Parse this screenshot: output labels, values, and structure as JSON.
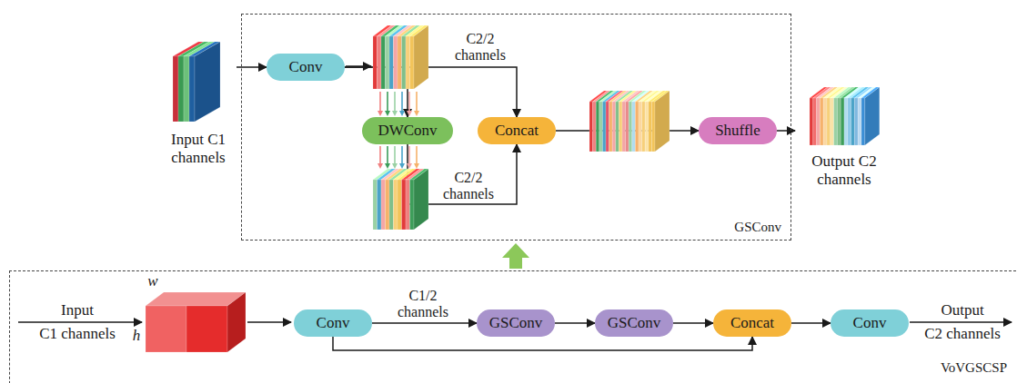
{
  "diagram": {
    "nodes": [
      {
        "text": [
          "Input C1 channels"
        ]
      },
      {
        "text": [
          "GSConv"
        ]
      },
      {
        "text": [
          "Conv"
        ],
        "in": 1
      },
      {
        "text": [
          "DWConv"
        ],
        "in": 1
      },
      {
        "text": [
          "Concat"
        ],
        "in": 1
      },
      {
        "text": [
          "Shuffle"
        ],
        "in": 1
      },
      {
        "text": [
          "Output C2 channels"
        ]
      },
      {
        "text": [
          "VoVGSCSP"
        ]
      },
      {
        "text": [
          "Conv"
        ],
        "in": 7
      },
      {
        "text": [
          "GSConv"
        ],
        "in": 7
      },
      {
        "text": [
          "GSConv"
        ],
        "in": 7
      },
      {
        "text": [
          "Concat"
        ],
        "in": 7
      },
      {
        "text": [
          "Conv"
        ],
        "in": 7
      }
    ],
    "edges": [
      {
        "from": 0,
        "to": 2,
        "arrow": "to"
      },
      {
        "from": 2,
        "to": 4,
        "label": "C2/2 channels",
        "arrow": "to"
      },
      {
        "from": 2,
        "to": 3,
        "arrow": "to"
      },
      {
        "from": 3,
        "to": 4,
        "label": "C2/2 channels",
        "arrow": "to"
      },
      {
        "from": 4,
        "to": 5,
        "arrow": "to"
      },
      {
        "from": 5,
        "to": 6,
        "arrow": "to"
      },
      {
        "from": 8,
        "to": 9,
        "label": "C1/2 channels",
        "arrow": "to"
      },
      {
        "from": 9,
        "to": 10,
        "arrow": "to"
      },
      {
        "from": 10,
        "to": 11,
        "arrow": "to"
      },
      {
        "from": 8,
        "to": 11,
        "arrow": "to"
      },
      {
        "from": 11,
        "to": 12,
        "arrow": "to"
      }
    ],
    "labels": [
      "Input",
      "C1 channels",
      "w",
      "h",
      "Output",
      "C2 channels"
    ]
  }
}
